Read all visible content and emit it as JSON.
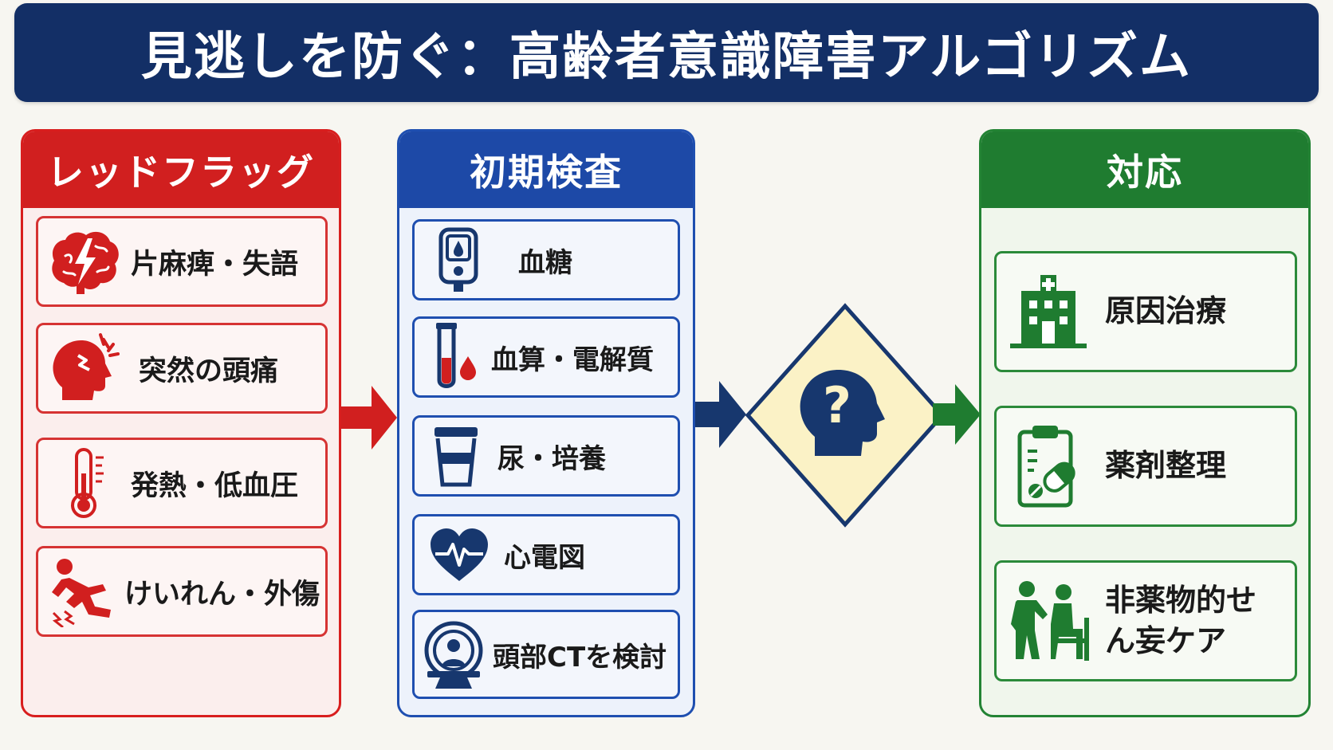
{
  "title": "見逃しを防ぐ：高齢者意識障害アルゴリズム",
  "colors": {
    "banner": "#132f66",
    "red": "#d11f1f",
    "blue": "#1d49a7",
    "navy": "#17376e",
    "green": "#1f7c30",
    "decision_fill": "#fbf2c6"
  },
  "red_flags": {
    "header": "レッドフラッグ",
    "items": [
      {
        "label": "片麻痺・失語",
        "icon": "brain-lightning-icon"
      },
      {
        "label": "突然の頭痛",
        "icon": "head-pain-icon"
      },
      {
        "label": "発熱・低血圧",
        "icon": "thermometer-icon"
      },
      {
        "label": "けいれん・外傷",
        "icon": "falling-person-icon"
      }
    ]
  },
  "initial_tests": {
    "header": "初期検査",
    "items": [
      {
        "label": "血糖",
        "icon": "glucometer-icon"
      },
      {
        "label": "血算・電解質",
        "icon": "blood-tube-icon"
      },
      {
        "label": "尿・培養",
        "icon": "urine-cup-icon"
      },
      {
        "label": "心電図",
        "icon": "heart-ecg-icon"
      },
      {
        "label": "頭部CTを検討",
        "icon": "ct-scanner-icon"
      }
    ]
  },
  "decision": {
    "icon": "question-head-icon"
  },
  "response": {
    "header": "対応",
    "items": [
      {
        "label": "原因治療",
        "icon": "hospital-icon"
      },
      {
        "label": "薬剤整理",
        "icon": "medication-clipboard-icon"
      },
      {
        "label": "非薬物的せん妄ケア",
        "icon": "caregiver-icon"
      }
    ]
  }
}
